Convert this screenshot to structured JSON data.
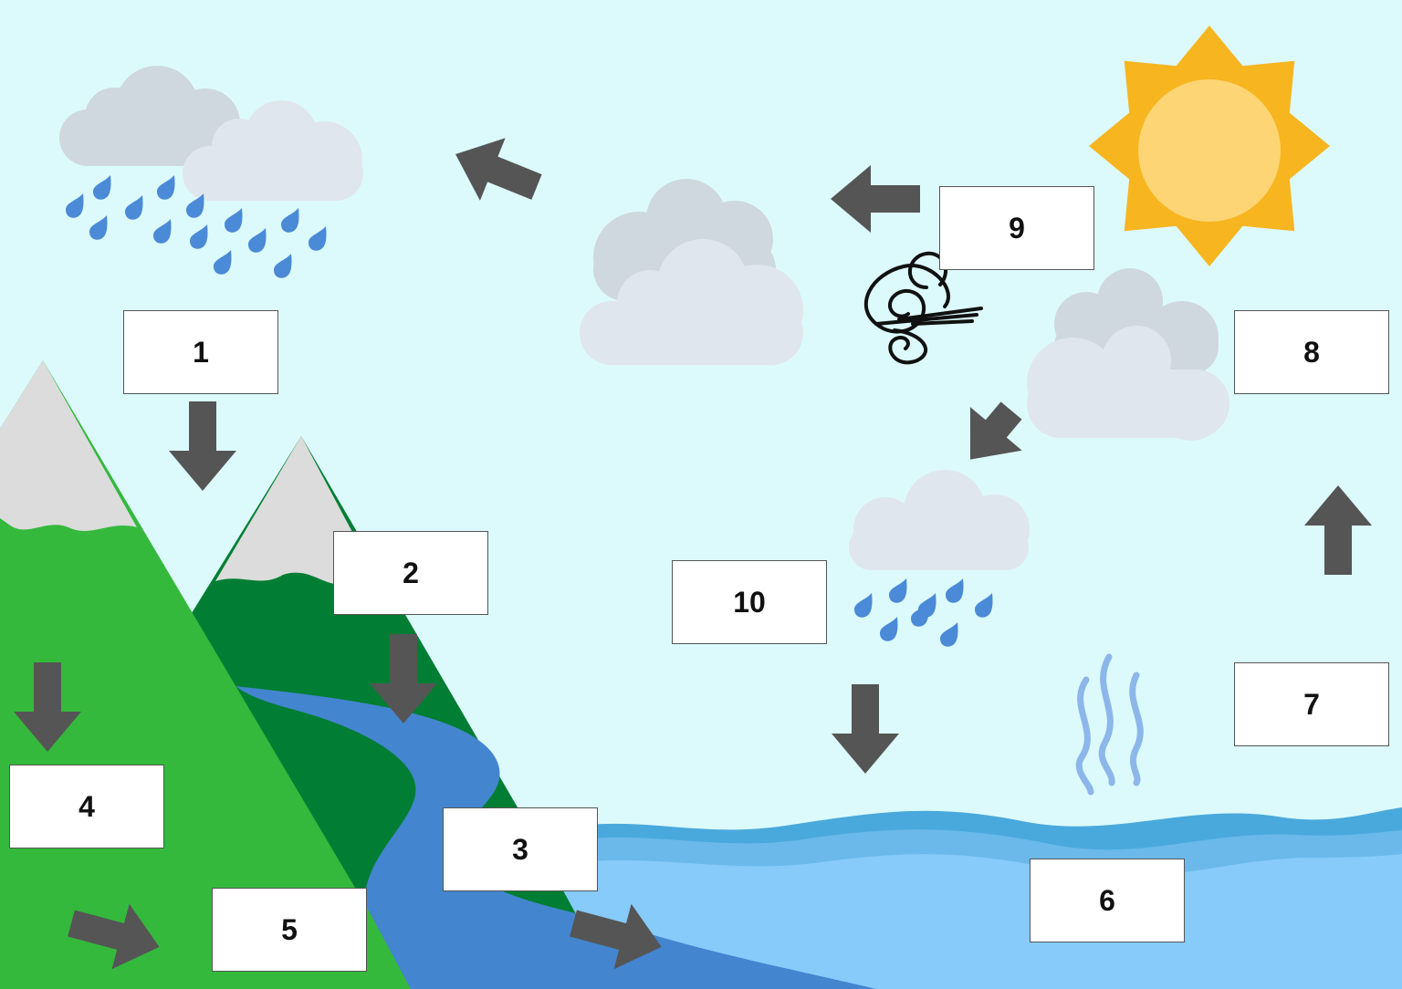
{
  "colors": {
    "sky": "#dcfafc",
    "arrow": "#555555",
    "mountain_light": "#34b93c",
    "mountain_dark": "#017e33",
    "snow": "#dcdcdc",
    "river": "#4385cf",
    "sea_light": "#86cbfa",
    "sea_mid": "#6ab9ea",
    "sea_dark": "#4aa9dc",
    "cloud_dark": "#cfd8de",
    "cloud_light": "#e0e6ed",
    "rain": "#4a8ad6",
    "sun_rays": "#f7b520",
    "sun_core": "#fdd575",
    "wind": "#111111",
    "steam": "#8db7ea"
  },
  "icons": [
    "rain-cloud-icon",
    "cloud-icon",
    "sun-icon",
    "wind-icon",
    "steam-icon",
    "arrow-icon"
  ],
  "labels": [
    {
      "id": "1",
      "text": "1"
    },
    {
      "id": "2",
      "text": "2"
    },
    {
      "id": "3",
      "text": "3"
    },
    {
      "id": "4",
      "text": "4"
    },
    {
      "id": "5",
      "text": "5"
    },
    {
      "id": "6",
      "text": "6"
    },
    {
      "id": "7",
      "text": "7"
    },
    {
      "id": "8",
      "text": "8"
    },
    {
      "id": "9",
      "text": "9"
    },
    {
      "id": "10",
      "text": "10"
    }
  ]
}
